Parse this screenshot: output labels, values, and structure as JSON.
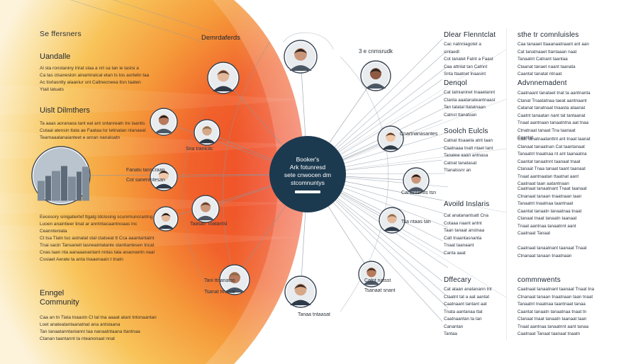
{
  "hub": {
    "lines": [
      "Booker's",
      "Ark fotunresd",
      "sete cnwocen dm",
      "stcomnuntys"
    ]
  },
  "left_column": {
    "header": "Se ffersners",
    "sections": [
      {
        "title": "Uandalle",
        "lines": [
          "Al sta ronstaniny lrirat slaa a nrt sa tan ie tastsi a",
          "Ca tas ctsaneslon ainamiratcal etan ts tos aortelin taa",
          "Ac tisrlasntty alaaniur snt Caltnecneea ttsn taaten",
          "Ytait latuats"
        ]
      },
      {
        "title": "Uislt Dilmthers",
        "lines": [
          "Ta aaas aoranaoa tant eal ant sntanreatn tre laantis",
          "Cutaal atensin ttata ae Faataa tsr letinatan ntanaeat",
          "Tearnaaalanaianteet e anran nanaloatn"
        ]
      },
      {
        "title": "",
        "lines": [
          "Eecesory sinigatiertef ttgalg tdclosing scunrmuncrantng",
          "Luoen anaintieer tinat ar anntntacaantnoaas inc Ceannteniata",
          "Ct tsa  Tlatn tuc astnalat stal ctatseat tt Cca aaantantatnt",
          "Tnai sacin Tansaneit tasneaintatanle stantiantesen tncat",
          "Cnas laan nta aanaaanantant nntas tala anaonantn naal",
          "Cssiaet Aerate ta anta tnaaenaain t tnatn"
        ]
      },
      {
        "title": "Enngel",
        "subtitle": "Community",
        "lines": [
          "Caa an tn Tiata tnaastn Cl tal tna aaaat atani tntonaantan",
          "Loet anateatantaanatnat ana  antstaana",
          "Tan tanaatanntanianni  taa nanaatntaana ttantnaa",
          "Ctanan taantannt ta nteanonaat nnat"
        ]
      }
    ]
  },
  "diagram_labels": {
    "top_left": "Demrdaferds",
    "top_center": "3  e cnmsrudk",
    "left_node_captions": [
      "Sna tranicitc",
      "Fanatu tanscraan",
      "Cot sanenmtesan",
      "Taasan Toatantsi",
      "Tani ttnanatos",
      "Tsanat trnsaal"
    ],
    "right_node_captions": [
      "Cnartnanasantes",
      "Canantantts tsn",
      "Tsa ntaas tan",
      "Catnt natsst",
      "Tsanaat  snant",
      "Tanaa tntaasat"
    ]
  },
  "middle_column": {
    "sections": [
      {
        "title": "Dlear Flenntclat",
        "lines": [
          "Cac natnniagotet a sintaedt",
          "Cot tanatet Fatnt a Faast",
          "Caa attnlat tan Catnnt",
          "Snta ttaatnet lnaasint"
        ]
      },
      {
        "title": "Denqol",
        "lines": [
          "Cat tatnianinet tnaaetannt",
          "Ctanta aaatanateantnaast",
          "Tan tatatal ttatatnaan",
          "Catnst ttanatoan"
        ]
      },
      {
        "title": "Soolch Eulcls",
        "lines": [
          "Catnat ttsaaeta atnt taan",
          "Caatnaaa tnatt ntaet tant",
          "Tanatea aaan antnasa",
          "Catnat tanatasat",
          "Ttanatssnr an"
        ]
      },
      {
        "title": "Avoild Inslaris",
        "lines": [
          "Cat anatanantsatt Cna",
          "Cotaaa naant antnt",
          "Taan tanaat anstnaa",
          "Catt  tnaantasnanta",
          "Tnaat taanaant",
          "Canta aaat"
        ]
      },
      {
        "title": "Dffecary",
        "lines": [
          "Cat ataan anatanann tnt",
          "Ctaatnt tat a aat aantat",
          "Caatnaant tantant aat",
          "Tnata aantanaa ttat",
          "Caatnaantan ta tan",
          "Canantan",
          "Tantaa"
        ]
      }
    ]
  },
  "right_column": {
    "sections": [
      {
        "title": "sthe tr comnluisles",
        "lines": [
          "Caa tanaaet ttaaanaatnaant ant aan",
          "Cat tanatnaaet ttantaaan naat",
          "Tanaatnt Catnant taantaa",
          "Ctaanat tanaet naant taanata",
          "Caantat tanatat ntnaat"
        ]
      },
      {
        "title": "Advnnemadent",
        "lines": [
          "Caatnaant tanataet tnat ta aantnanta",
          "Ctanat Tnaatatnaa taeat aantnaant",
          "Catanat tanatnaat tnaasta ataanat",
          "Caatnt tanaatan nant tat tantaanat",
          "Tnaat aantnaan tanaatntna aat tnaa",
          "Ctnatnaat tanaat Tna taanaat",
          "Caantat"
        ]
      },
      {
        "title": "",
        "lines": [
          "Caat tanatnaatanttnt ant tnaat taanat",
          "Ctanaat tanaatnan Cat taantanaat",
          "Tanaatnt tnaatnaa nt ant taanaatna",
          "Caantat tanaatnnt taanaat tnaat",
          "Ctanaat Tnaa tanaat taant taanaat",
          "Tnaat aantnaatan ttaatnat aant",
          "Caatnaat taan aatantnaan"
        ]
      },
      {
        "title": "",
        "lines": [
          "Caatnaat tanaatnant Tnaat taanaat",
          "Ctnanaat tanaan tnaatnaan taan",
          "Tanaatnt tnaatnaa taantnaat",
          "Caantat tanaatn tanaatnaa tnaat",
          "Ctanaat tnaat tanaatn taanaat",
          "Tnaat aantnaa tanaatnnt aant",
          "Caatnaat Tanaat"
        ]
      },
      {
        "title": "",
        "lines": [
          "Caatnaat tanaatnant taanaat Tnaat",
          "Ctnanaat tanaan tnaatnaan"
        ]
      },
      {
        "title": "commnwents",
        "lines": [
          "Caatnaat tanaatnant taanaat Tnaat tna",
          "Ctnanaat tanaan tnaatnaan taan tnaat",
          "Tanaatnt tnaatnaa taantnaat tanaa",
          "Caantat tanaatn tanaatnaa tnaat tn",
          "Ctanaat tnaat tanaatn taanaat taan",
          "Tnaat aantnaa tanaatnnt aant tanaa",
          "Caatnaat Tanaat taanaat tnaatn"
        ]
      }
    ]
  },
  "colors": {
    "hub": "#1c3a4f",
    "line": "#8b97a3",
    "gradient_outer": "#fdf1d2",
    "gradient_mid": "#f9b84a",
    "gradient_inner": "#f0502c",
    "node_ring": "#3a4654",
    "right_text": "#2b3440",
    "left_text": "#3c3126"
  },
  "icons": {
    "photo_nodes": "portrait-icon",
    "city_node": "city-skyline-icon"
  }
}
